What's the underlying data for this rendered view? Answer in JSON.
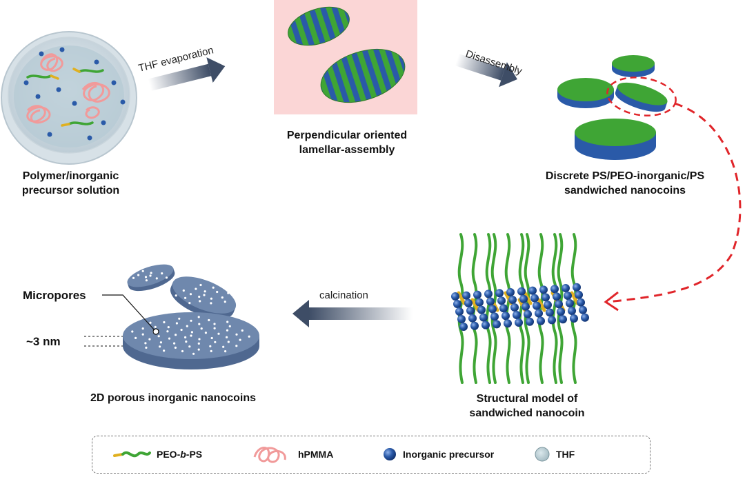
{
  "captions": {
    "precursor": [
      "Polymer/inorganic",
      "precursor solution"
    ],
    "lamellar": [
      "Perpendicular oriented",
      "lamellar-assembly"
    ],
    "discrete": [
      "Discrete PS/PEO-inorganic/PS",
      "sandwiched nanocoins"
    ],
    "structural": [
      "Structural model of",
      "sandwiched nanocoin"
    ],
    "porous": "2D porous inorganic nanocoins"
  },
  "arrows": {
    "thf": "THF evaporation",
    "disassembly": "Disassembly",
    "calcination": "calcination"
  },
  "annotations": {
    "micropores": "Micropores",
    "thickness": "~3 nm"
  },
  "legend": {
    "peo_ps_prefix": "PEO-",
    "peo_ps_italic": "b",
    "peo_ps_suffix": "-PS",
    "hpmma": "hPMMA",
    "inorganic": "Inorganic precursor",
    "thf": "THF"
  },
  "colors": {
    "green": "#3fa535",
    "blue": "#2a5aa8",
    "pink": "#f29b9b",
    "yellow": "#e0b020",
    "pore_blue": "#6f88ad",
    "red_dash": "#e0252a"
  }
}
